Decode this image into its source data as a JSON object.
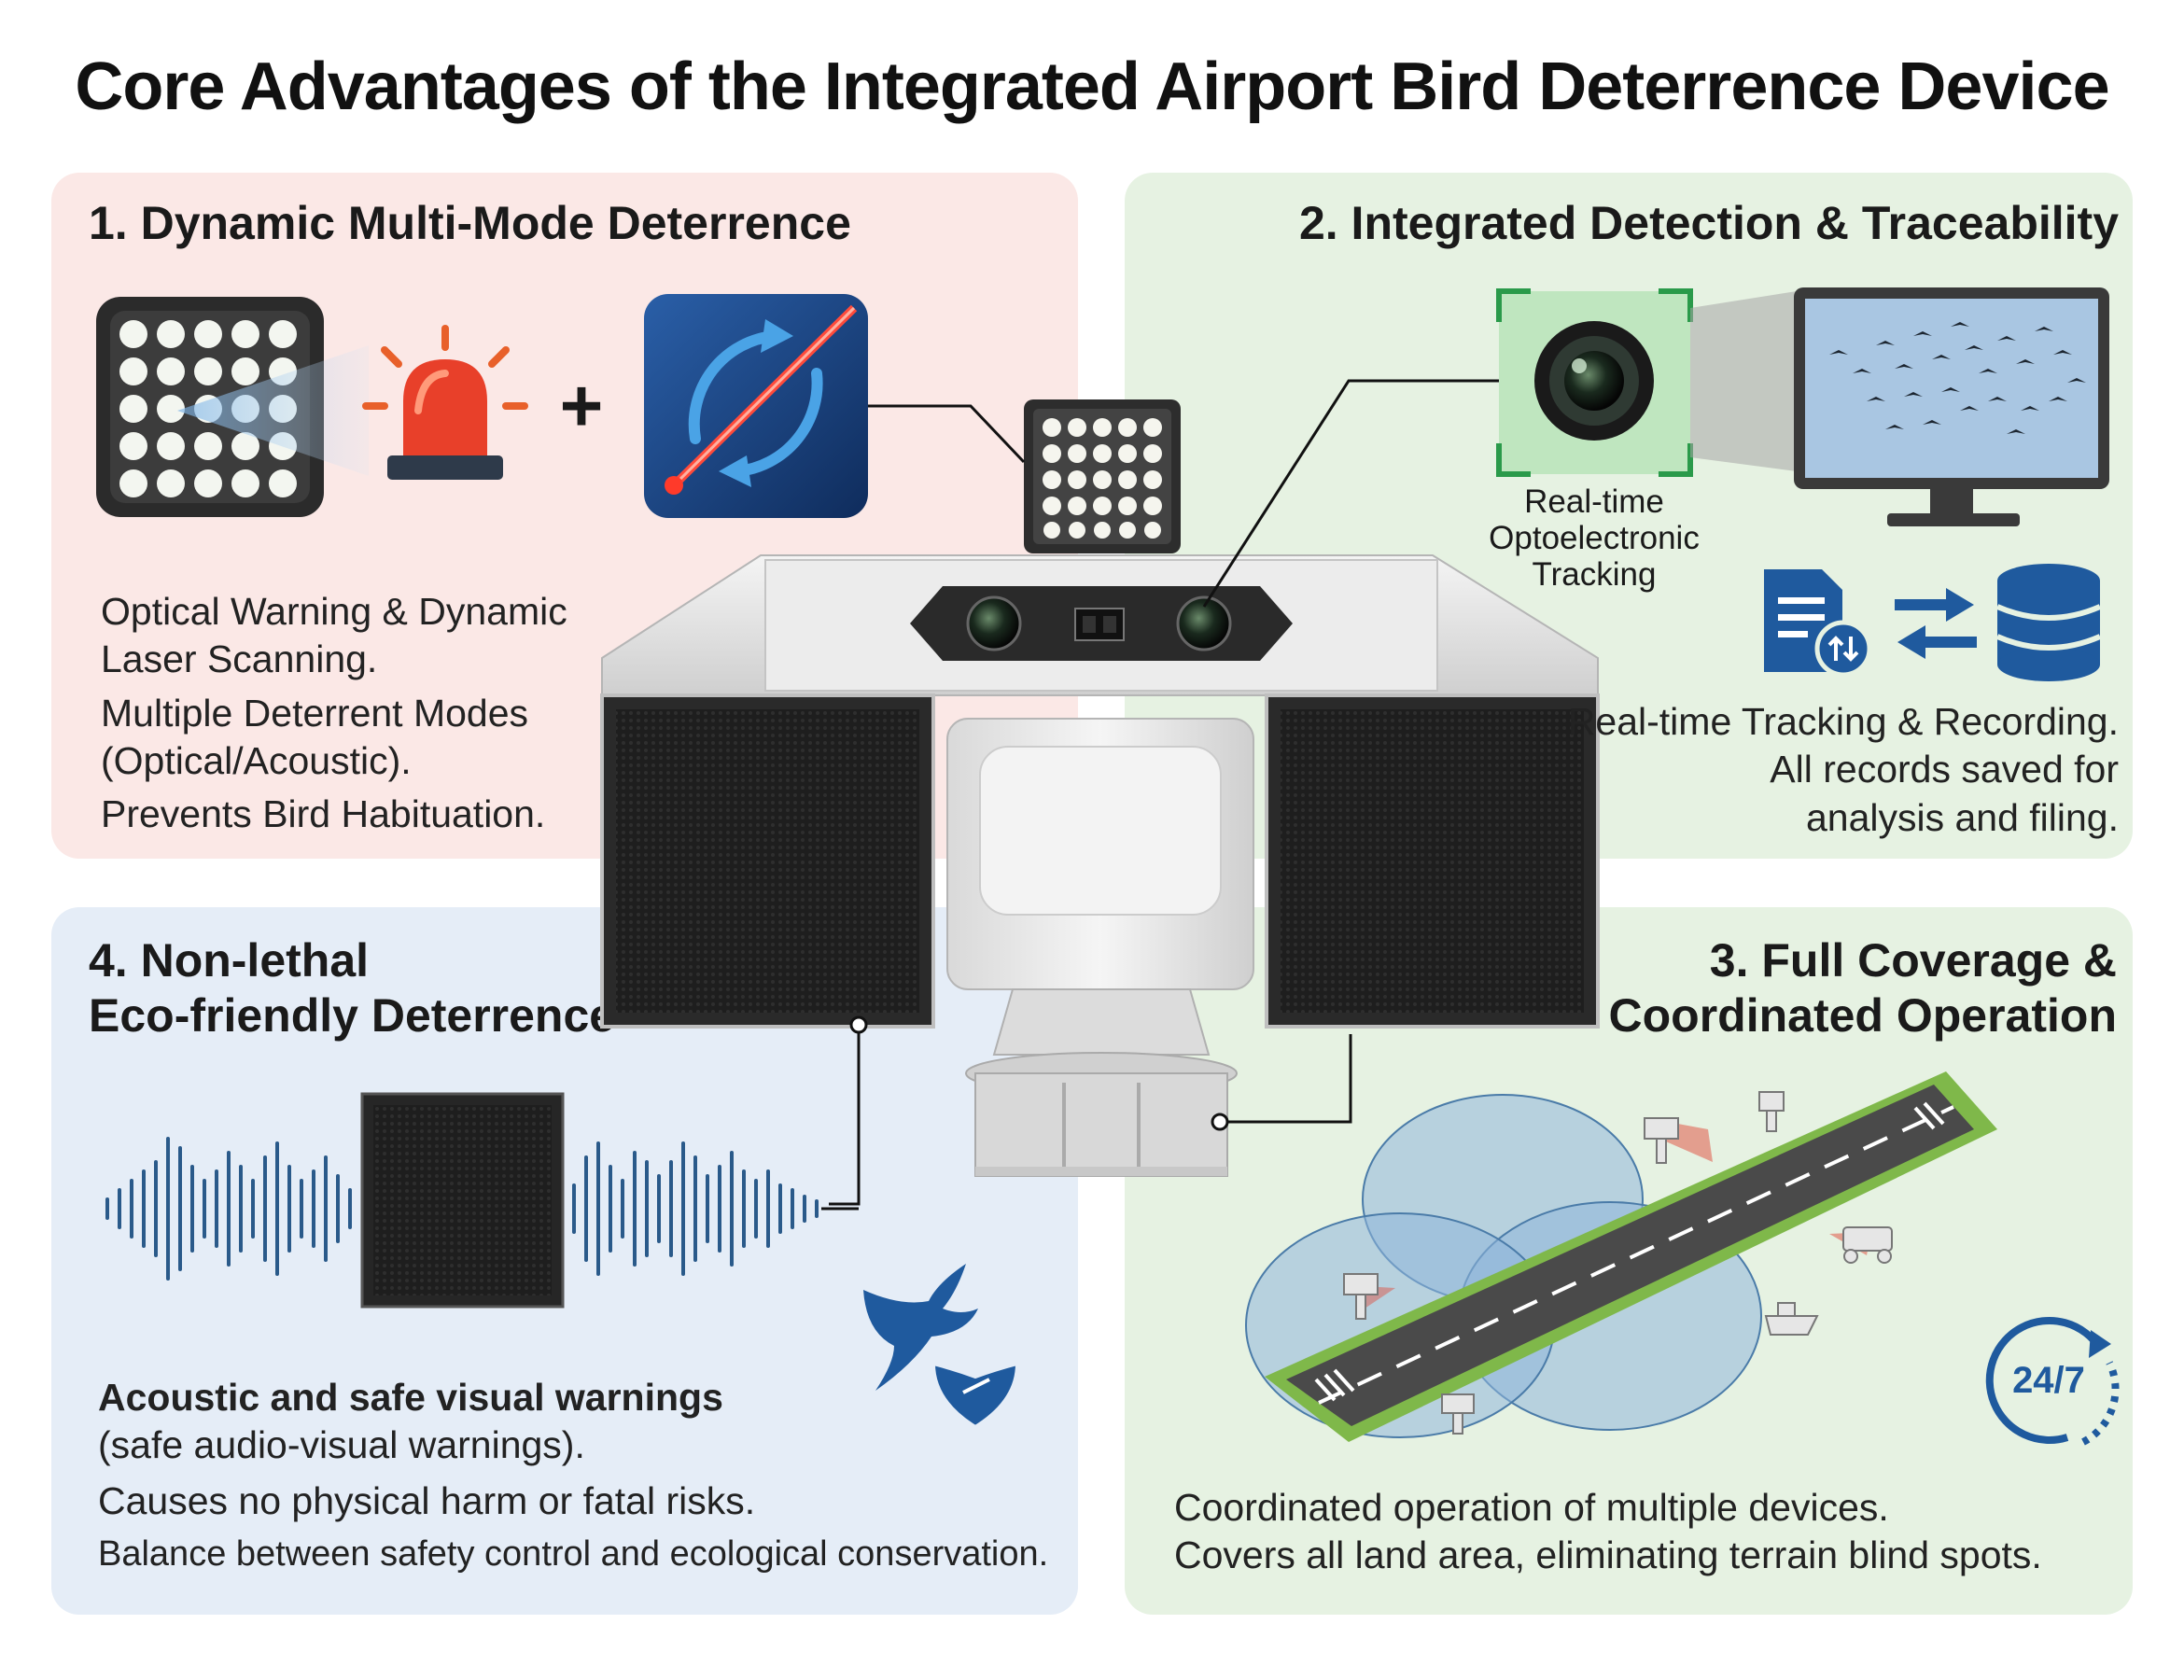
{
  "title": "Core Advantages of the Integrated Airport Bird Deterrence Device",
  "panel1": {
    "title": "1. Dynamic Multi-Mode Deterrence",
    "plus": "+",
    "lines": [
      "Optical Warning & Dynamic",
      "Laser Scanning.",
      "Multiple Deterrent Modes",
      "(Optical/Acoustic).",
      "Prevents Bird Habituation."
    ]
  },
  "panel2": {
    "title": "2. Integrated Detection & Traceability",
    "camera_caption": [
      "Real-time",
      "Optoelectronic",
      "Tracking"
    ],
    "lines": [
      "Real-time Tracking & Recording.",
      "All records saved for",
      "analysis and filing."
    ]
  },
  "panel3": {
    "title_lines": [
      "3. Full Coverage &",
      "Coordinated Operation"
    ],
    "badge": "24/7",
    "lines": [
      "Coordinated operation of multiple devices.",
      "Covers all land area, eliminating terrain blind spots."
    ]
  },
  "panel4": {
    "title_lines": [
      "4. Non-lethal",
      "Eco-friendly Deterrence"
    ],
    "bold_line": "Acoustic and safe visual warnings",
    "lines": [
      "(safe audio-visual warnings).",
      "Causes no physical harm or fatal risks.",
      "Balance between safety control and ecological conservation."
    ]
  },
  "icons": [
    "led-floodlight-icon",
    "warning-beacon-icon",
    "laser-scan-icon",
    "camera-icon",
    "monitor-birds-icon",
    "document-sync-icon",
    "arrows-exchange-icon",
    "database-icon",
    "sound-wave-icon",
    "speaker-icon",
    "bird-shield-icon",
    "runway-map-icon",
    "clock-24-7-icon"
  ],
  "colors": {
    "panel1_bg": "#fbe8e6",
    "panel2_bg": "#e6f2e2",
    "panel3_bg": "#e6f2e2",
    "panel4_bg": "#e5edf7",
    "accent_blue": "#1f5a9e",
    "laser_red": "#e0302a"
  }
}
